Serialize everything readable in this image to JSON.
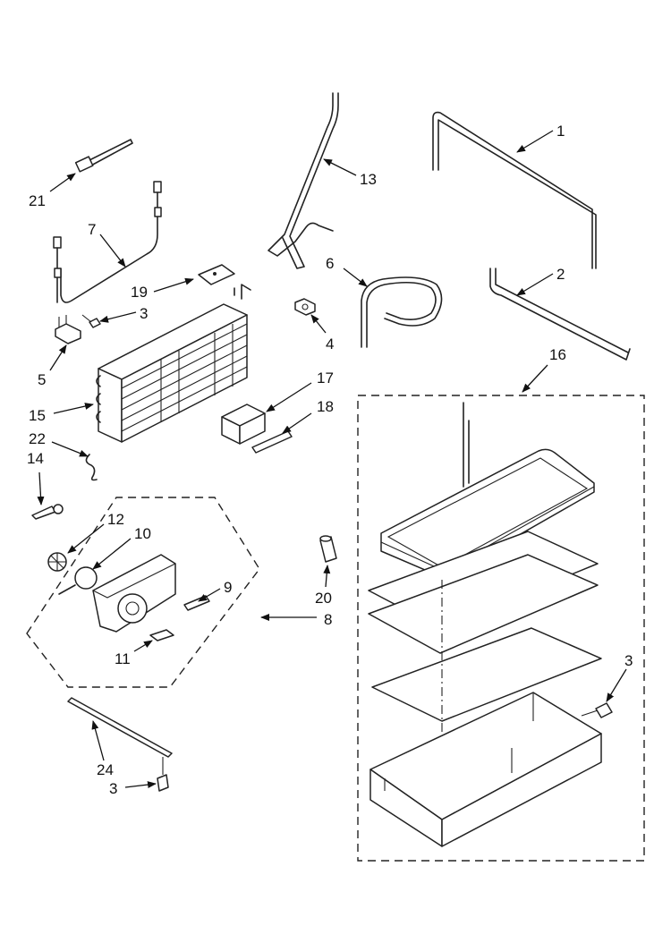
{
  "callouts": {
    "c1": "1",
    "c2": "2",
    "c3a": "3",
    "c3b": "3",
    "c3c": "3",
    "c4": "4",
    "c5": "5",
    "c6": "6",
    "c7": "7",
    "c8": "8",
    "c9": "9",
    "c10": "10",
    "c11": "11",
    "c12": "12",
    "c13": "13",
    "c14": "14",
    "c15": "15",
    "c16": "16",
    "c17": "17",
    "c18": "18",
    "c19": "19",
    "c20": "20",
    "c21": "21",
    "c22": "22",
    "c24": "24"
  }
}
